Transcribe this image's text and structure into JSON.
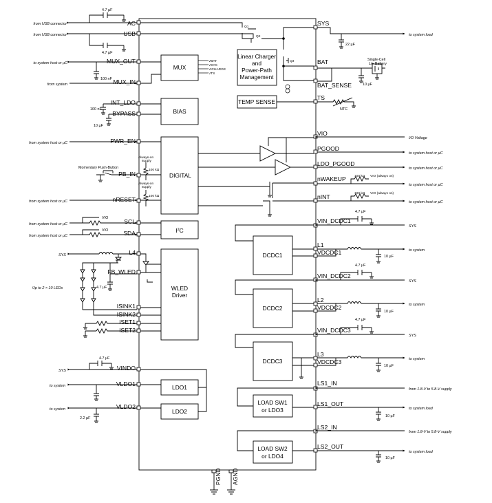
{
  "pins_left": {
    "ac": "AC",
    "usb": "USB",
    "mux_out": "MUX_OUT",
    "mux_in": "MUX_IN",
    "int_ldo": "INT_LDO",
    "bypass": "BYPASS",
    "pwr_en": "PWR_EN",
    "pb_in": "PB_IN",
    "nreset": "nRESET",
    "scl": "SCL",
    "sda": "SDA",
    "l4": "L4",
    "fb_wled": "FB_WLED",
    "isink1": "ISINK1",
    "isink2": "ISINK2",
    "iset1": "ISET1",
    "iset2": "ISET2",
    "vindo": "VINDO",
    "vldo1": "VLDO1",
    "vldo2": "VLDO2"
  },
  "pins_right": {
    "sys": "SYS",
    "bat": "BAT",
    "bat_sense": "BAT_SENSE",
    "ts": "TS",
    "vio": "VIO",
    "pgood": "PGOOD",
    "ldo_pgood": "LDO_PGOOD",
    "nwakeup": "nWAKEUP",
    "nint": "nINT",
    "vin_dcdc1": "VIN_DCDC1",
    "l1": "L1",
    "vdcdc1": "VDCDC1",
    "vin_dcdc2": "VIN_DCDC2",
    "l2": "L2",
    "vdcdc2": "VDCDC2",
    "vin_dcdc3": "VIN_DCDC3",
    "l3": "L3",
    "vdcdc3": "VDCDC3",
    "ls1_in": "LS1_IN",
    "ls1_out": "LS1_OUT",
    "ls2_in": "LS2_IN",
    "ls2_out": "LS2_OUT"
  },
  "pins_bottom": {
    "pgnd": "PGND",
    "agnd": "AGND"
  },
  "blocks": {
    "mux": "MUX",
    "charger": [
      "Linear Charger",
      "and",
      "Power-Path",
      "Management"
    ],
    "temp_sense": "TEMP SENSE",
    "bias": "BIAS",
    "digital": "DIGITAL",
    "i2c": "I",
    "i2c_sup": "2",
    "i2c_end": "C",
    "wled": [
      "WLED",
      "Driver"
    ],
    "dcdc1": "DCDC1",
    "dcdc2": "DCDC2",
    "dcdc3": "DCDC3",
    "ldo1": "LDO1",
    "ldo2": "LDO2",
    "loadsw1": [
      "LOAD SW1",
      "or LDO3"
    ],
    "loadsw2": [
      "LOAD SW2",
      "or LDO4"
    ]
  },
  "mux_inputs": [
    "VBAT",
    "VSYS",
    "VICHARGE",
    "VTS"
  ],
  "external_left": {
    "from_usb_1": "from USB connector",
    "from_usb_2": "from USB connector",
    "to_host_1": "to system host or µC",
    "from_system": "from system",
    "from_host_pwr": "from system host or µC",
    "pushbutton": "Momentary Push-Button",
    "from_host_reset": "from system host or µC",
    "from_host_scl": "from system host or µC",
    "from_host_sda": "from system host or µC",
    "sys_l4": "SYS",
    "leds": "Up to 2 × 10 LEDs",
    "sys_vindo": "SYS",
    "to_sys_ldo1": "to system",
    "to_sys_ldo2": "to system"
  },
  "external_right": {
    "to_load": "to system load",
    "battery": [
      "Single-Cell",
      "Li+ Battery"
    ],
    "ntc": "NTC",
    "io_voltage": "I/O Voltage",
    "to_host_pgood": "to system host or µC",
    "to_host_ldo_pgood": "to system host or µC",
    "to_host_nwakeup": "to system host or µC",
    "to_host_nint": "to system host or µC",
    "vio_always_on_1": "VIO (always on)",
    "vio_always_on_2": "VIO (always on)",
    "sys_1": "SYS",
    "to_system_1": "to system",
    "sys_2": "SYS",
    "to_system_2": "to system",
    "sys_3": "SYS",
    "to_system_3": "to system",
    "supply_1": "from 1.8-V to 5.8-V supply",
    "to_load_1": "to system load",
    "supply_2": "from 1.8-V to 5.8-V supply",
    "to_load_2": "to system load"
  },
  "values": {
    "c_ac": "4.7 µF",
    "c_usb": "4.7 µF",
    "c_mux": "100 nF",
    "c_intldo": "100 nF",
    "c_bypass": "10 µF",
    "c_sys": "22 µF",
    "c_bat": "10 µF",
    "r_pb": "100 kΩ",
    "r_reset": "100 kΩ",
    "always_on": "Always-on",
    "supply": "supply",
    "vio_scl": "VIO",
    "vio_sda": "VIO",
    "c_wled": "4.7 µF",
    "c_vindo": "4.7 µF",
    "c_ldo2": "2.2 µF",
    "r_nwakeup": "100 kΩ",
    "r_nint": "100 kΩ",
    "c_vin1": "4.7 µF",
    "c_out1": "10 µF",
    "c_vin2": "4.7 µF",
    "c_out2": "10 µF",
    "c_vin3": "4.7 µF",
    "c_out3": "10 µF",
    "c_ls1": "10 µF",
    "c_ls2": "10 µF",
    "q1": "Q1",
    "q2": "Q2",
    "q3": "Q3"
  }
}
